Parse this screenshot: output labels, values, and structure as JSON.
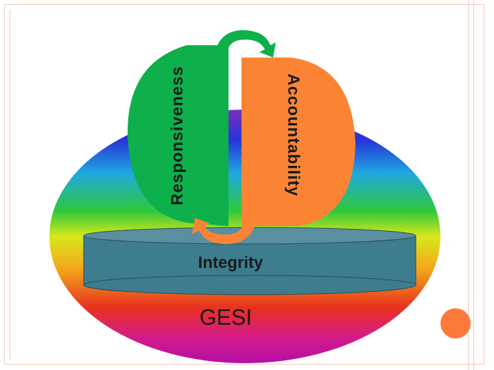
{
  "diagram": {
    "labels": {
      "gesi": "GESI",
      "integrity": "Integrity",
      "responsiveness": "Responsiveness",
      "accountability": "Accountability"
    },
    "colors": {
      "responsiveness_fill": "#0db04b",
      "accountability_fill": "#fb8434",
      "integrity_fill": "#3d7d8d",
      "integrity_top": "#5a8fa0",
      "ornament": "#fb7a3a",
      "frame": "#f2c8b4"
    },
    "gradient_colors": [
      "#7b2fbe",
      "#2535d8",
      "#1fa8e0",
      "#2ec83a",
      "#d7e81b",
      "#f4a51c",
      "#e8321e",
      "#d41a8c",
      "#b40fa5"
    ]
  }
}
